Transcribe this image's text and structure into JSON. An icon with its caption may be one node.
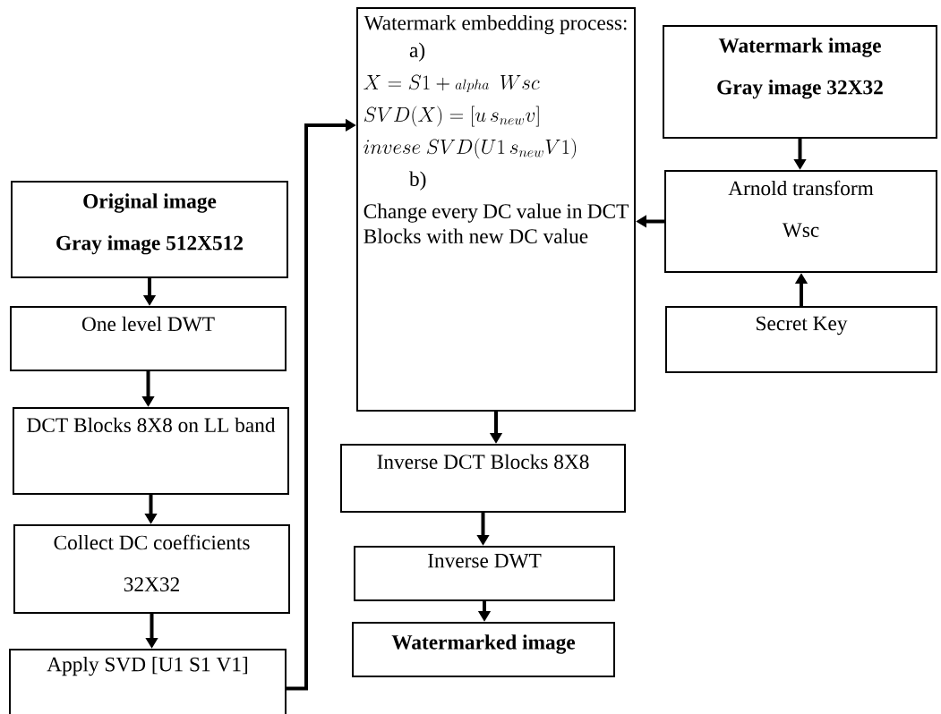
{
  "diagram": {
    "nodes": [
      {
        "text": [
          "Original image",
          "Gray image 512X512"
        ]
      },
      {
        "text": [
          "One level DWT"
        ]
      },
      {
        "text": [
          "DCT Blocks 8X8 on LL band"
        ]
      },
      {
        "text": [
          "Collect DC coefficients",
          "32X32"
        ]
      },
      {
        "text": [
          "Apply SVD [U1 S1 V1]"
        ]
      },
      {
        "text": [
          "Watermark embedding process:",
          "a)",
          "X = S1 + {\\scriptstyle alpha}\\ \\ Wsc",
          "SVD(X) = [u\\, s_{new} v]",
          "invese\\ SVD(U1\\, s_{new} V1)",
          "b)",
          "Change every DC value in DCT Blocks with new DC value"
        ]
      },
      {
        "text": [
          "Watermark image",
          "Gray image 32X32"
        ]
      },
      {
        "text": [
          "Arnold transform",
          "Wsc"
        ]
      },
      {
        "text": [
          "Secret Key"
        ]
      },
      {
        "text": [
          "Inverse DCT Blocks 8X8"
        ]
      },
      {
        "text": [
          "Inverse DWT"
        ]
      },
      {
        "text": [
          "Watermarked image"
        ]
      }
    ],
    "edges": [
      {
        "from": 0,
        "to": 1,
        "arrow": "to"
      },
      {
        "from": 1,
        "to": 2,
        "arrow": "to"
      },
      {
        "from": 2,
        "to": 3,
        "arrow": "to"
      },
      {
        "from": 3,
        "to": 4,
        "arrow": "to"
      },
      {
        "from": 4,
        "to": 5,
        "arrow": "to"
      },
      {
        "from": 6,
        "to": 7,
        "arrow": "to"
      },
      {
        "from": 8,
        "to": 7,
        "arrow": "to"
      },
      {
        "from": 7,
        "to": 5,
        "arrow": "to"
      },
      {
        "from": 5,
        "to": 9,
        "arrow": "to"
      },
      {
        "from": 9,
        "to": 10,
        "arrow": "to"
      },
      {
        "from": 10,
        "to": 11,
        "arrow": "to"
      }
    ]
  }
}
